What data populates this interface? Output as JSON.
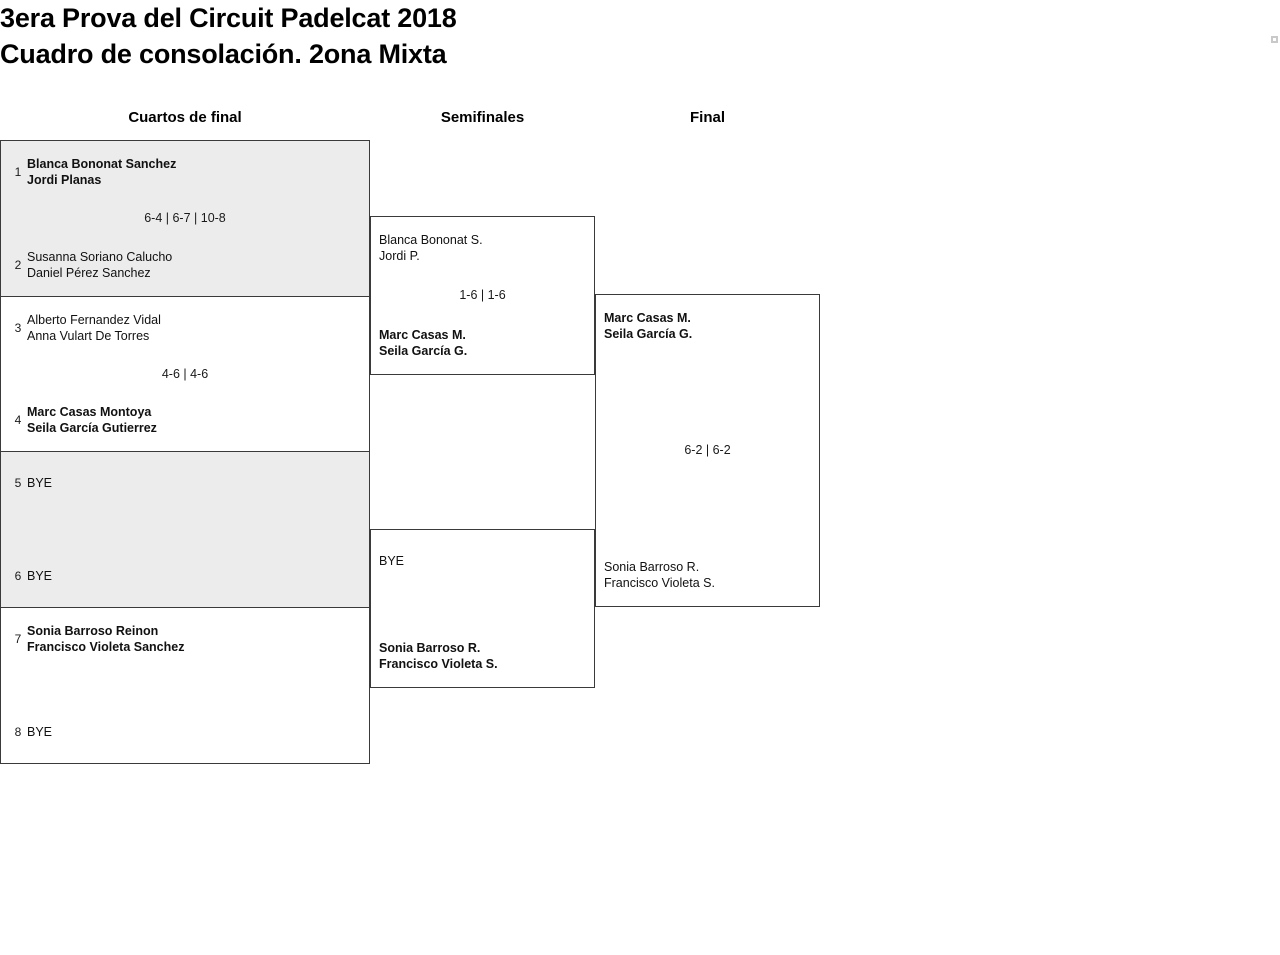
{
  "title": {
    "line1": "3era Prova del Circuit Padelcat 2018",
    "line2": "Cuadro de consolación. 2ona Mixta"
  },
  "corner_marker": {
    "icon": "small-square-icon",
    "border_color": "#c9c9c9"
  },
  "colors": {
    "shaded_row": "#ececec",
    "box_border": "#3a3a3a",
    "text": "#1a1a1a",
    "page_background": "#ffffff"
  },
  "rounds": [
    {
      "id": "cuartos",
      "label": "Cuartos de final"
    },
    {
      "id": "semifinales",
      "label": "Semifinales"
    },
    {
      "id": "final",
      "label": "Final"
    }
  ],
  "bracket": {
    "quarterfinals": [
      {
        "shaded": true,
        "score": "6-4 | 6-7 | 10-8",
        "top": {
          "seed": "1",
          "line1": "Blanca Bononat Sanchez",
          "line2": "Jordi Planas",
          "winner": true
        },
        "bottom": {
          "seed": "2",
          "line1": "Susanna Soriano Calucho",
          "line2": "Daniel Pérez Sanchez",
          "winner": false
        }
      },
      {
        "shaded": false,
        "score": "4-6 | 4-6",
        "top": {
          "seed": "3",
          "line1": "Alberto Fernandez Vidal",
          "line2": "Anna Vulart De Torres",
          "winner": false
        },
        "bottom": {
          "seed": "4",
          "line1": "Marc Casas Montoya",
          "line2": "Seila García Gutierrez",
          "winner": true
        }
      },
      {
        "shaded": true,
        "score": "",
        "top": {
          "seed": "5",
          "line1": "BYE",
          "line2": "",
          "winner": false
        },
        "bottom": {
          "seed": "6",
          "line1": "BYE",
          "line2": "",
          "winner": false
        }
      },
      {
        "shaded": false,
        "score": "",
        "top": {
          "seed": "7",
          "line1": "Sonia Barroso Reinon",
          "line2": "Francisco Violeta Sanchez",
          "winner": true
        },
        "bottom": {
          "seed": "8",
          "line1": "BYE",
          "line2": "",
          "winner": false
        }
      }
    ],
    "semifinals": [
      {
        "score": "1-6 | 1-6",
        "top": {
          "seed": "",
          "line1": "Blanca Bononat S.",
          "line2": "Jordi P.",
          "winner": false
        },
        "bottom": {
          "seed": "",
          "line1": "Marc Casas M.",
          "line2": "Seila García G.",
          "winner": true
        }
      },
      {
        "score": "",
        "top": {
          "seed": "",
          "line1": "BYE",
          "line2": "",
          "winner": false
        },
        "bottom": {
          "seed": "",
          "line1": "Sonia Barroso R.",
          "line2": "Francisco Violeta S.",
          "winner": true
        }
      }
    ],
    "final": [
      {
        "score": "6-2 | 6-2",
        "top": {
          "seed": "",
          "line1": "Marc Casas M.",
          "line2": "Seila García G.",
          "winner": true
        },
        "bottom": {
          "seed": "",
          "line1": "Sonia Barroso R.",
          "line2": "Francisco Violeta S.",
          "winner": false
        }
      }
    ]
  }
}
